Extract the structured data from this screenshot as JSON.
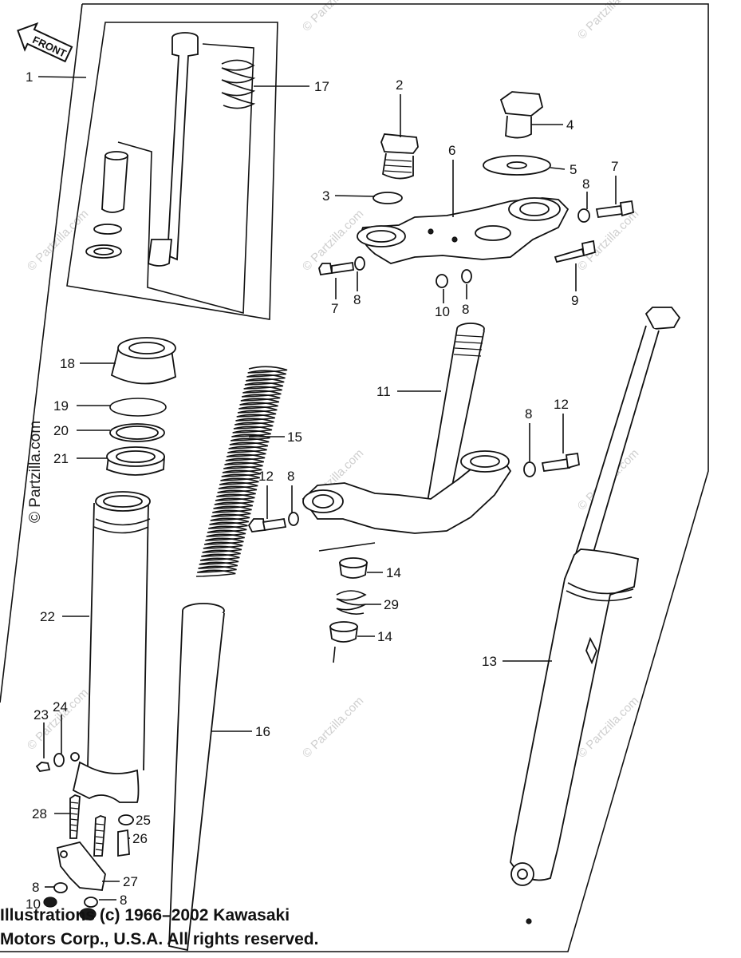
{
  "arrow_label": "FRONT",
  "watermark_text": "© Partzilla.com",
  "copyright_lines": [
    "Illustrations (c) 1966–2002 Kawasaki",
    "Motors Corp., U.S.A.  All rights reserved."
  ],
  "callouts": [
    {
      "id": "1",
      "text": "1"
    },
    {
      "id": "17",
      "text": "17"
    },
    {
      "id": "2",
      "text": "2"
    },
    {
      "id": "4",
      "text": "4"
    },
    {
      "id": "6",
      "text": "6"
    },
    {
      "id": "5",
      "text": "5"
    },
    {
      "id": "3",
      "text": "3"
    },
    {
      "id": "8a",
      "text": "8"
    },
    {
      "id": "7a",
      "text": "7"
    },
    {
      "id": "7b",
      "text": "7"
    },
    {
      "id": "8b",
      "text": "8"
    },
    {
      "id": "10a",
      "text": "10"
    },
    {
      "id": "8c",
      "text": "8"
    },
    {
      "id": "9",
      "text": "9"
    },
    {
      "id": "18",
      "text": "18"
    },
    {
      "id": "11",
      "text": "11"
    },
    {
      "id": "19",
      "text": "19"
    },
    {
      "id": "8d",
      "text": "8"
    },
    {
      "id": "12a",
      "text": "12"
    },
    {
      "id": "20",
      "text": "20"
    },
    {
      "id": "15",
      "text": "15"
    },
    {
      "id": "21",
      "text": "21"
    },
    {
      "id": "12b",
      "text": "12"
    },
    {
      "id": "8e",
      "text": "8"
    },
    {
      "id": "14a",
      "text": "14"
    },
    {
      "id": "29",
      "text": "29"
    },
    {
      "id": "22",
      "text": "22"
    },
    {
      "id": "14b",
      "text": "14"
    },
    {
      "id": "13",
      "text": "13"
    },
    {
      "id": "23",
      "text": "23"
    },
    {
      "id": "24",
      "text": "24"
    },
    {
      "id": "16",
      "text": "16"
    },
    {
      "id": "28",
      "text": "28"
    },
    {
      "id": "25",
      "text": "25"
    },
    {
      "id": "26",
      "text": "26"
    },
    {
      "id": "27",
      "text": "27"
    },
    {
      "id": "8f",
      "text": "8"
    },
    {
      "id": "10b",
      "text": "10"
    },
    {
      "id": "8g",
      "text": "8"
    }
  ]
}
